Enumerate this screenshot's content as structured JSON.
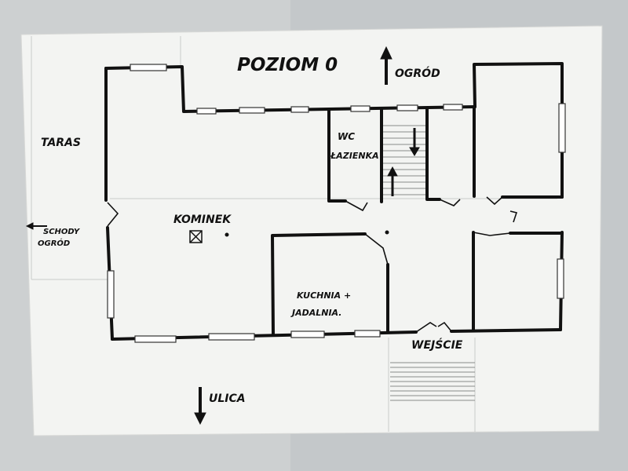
{
  "plan": {
    "title": "POZIOM 0",
    "north_label": "OGRÓD",
    "south_label": "ULICA",
    "rooms": {
      "taras": "TARAS",
      "wc_line1": "WC",
      "wc_line2": "ŁAZIENKA",
      "kominek": "KOMINEK",
      "kuchnia_line1": "KUCHNIA +",
      "kuchnia_line2": "JADALNIA.",
      "wejscie": "WEJŚCIE",
      "schody_line1": "SCHODY",
      "schody_line2": "OGRÓD"
    },
    "colors": {
      "ink": "#111111",
      "paper": "#f4f5f3",
      "window": "#ffffff"
    }
  }
}
